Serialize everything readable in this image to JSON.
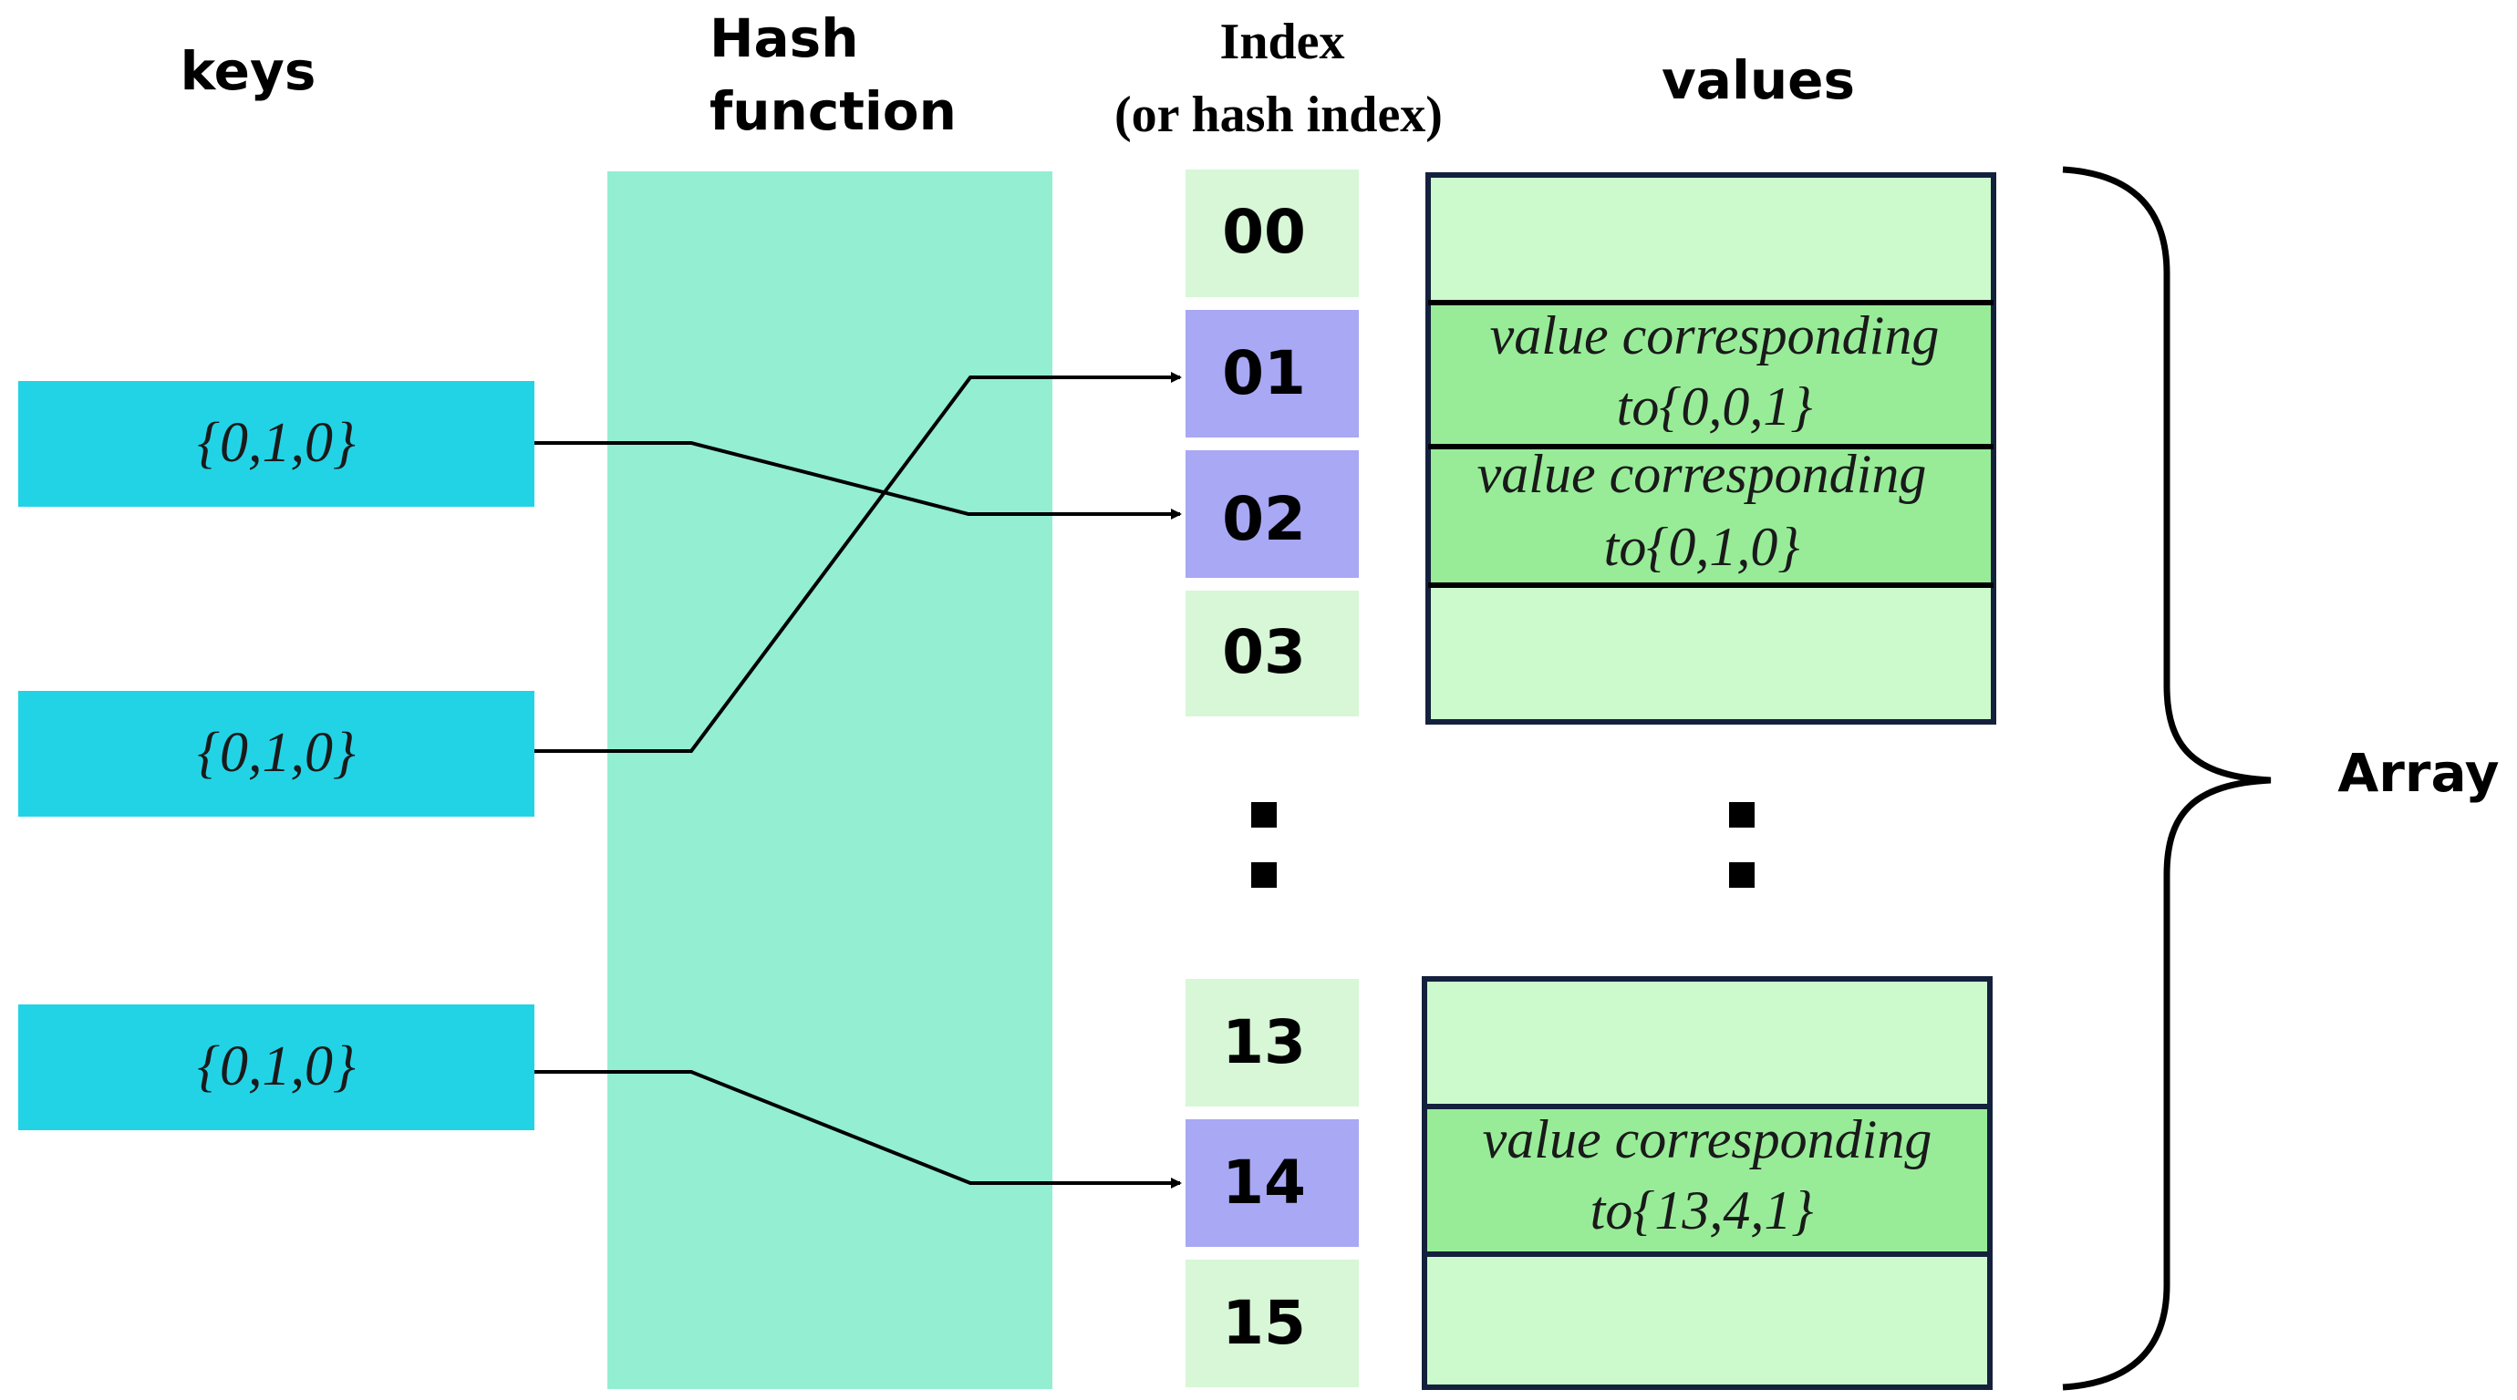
{
  "headers": {
    "keys": "keys",
    "hash_line1": "Hash",
    "hash_line2": "function",
    "index_line1": "Index",
    "index_line2": "(or hash index)",
    "values": "values",
    "array": "Array"
  },
  "keys": [
    {
      "label": "{0,1,0}"
    },
    {
      "label": "{0,1,0}"
    },
    {
      "label": "{0,1,0}"
    }
  ],
  "index_top": [
    {
      "label": "00",
      "highlight": false
    },
    {
      "label": "01",
      "highlight": true
    },
    {
      "label": "02",
      "highlight": true
    },
    {
      "label": "03",
      "highlight": false
    }
  ],
  "index_bottom": [
    {
      "label": "13",
      "highlight": false
    },
    {
      "label": "14",
      "highlight": true
    },
    {
      "label": "15",
      "highlight": false
    }
  ],
  "values_top": [
    {
      "line1": "",
      "line2": "",
      "filled": false
    },
    {
      "line1": "value corresponding",
      "line2": "to{0,0,1}",
      "filled": true
    },
    {
      "line1": "value corresponding",
      "line2": "to{0,1,0}",
      "filled": true
    },
    {
      "line1": "",
      "line2": "",
      "filled": false
    }
  ],
  "values_bottom": [
    {
      "line1": "",
      "line2": "",
      "filled": false
    },
    {
      "line1": "value corresponding",
      "line2": "to{13,4,1}",
      "filled": true
    },
    {
      "line1": "",
      "line2": "",
      "filled": false
    }
  ],
  "mappings": [
    {
      "from_key": 0,
      "to_index": "02"
    },
    {
      "from_key": 1,
      "to_index": "01"
    },
    {
      "from_key": 2,
      "to_index": "14"
    }
  ],
  "colors": {
    "key_box": "#22d3e6",
    "hash_band": "#93eed2",
    "index_plain": "#d7f7d7",
    "index_highlight": "#a8a8f5",
    "value_empty": "#cdfacd",
    "value_filled": "#98ec98",
    "value_border": "#14213d",
    "line": "#000000"
  }
}
